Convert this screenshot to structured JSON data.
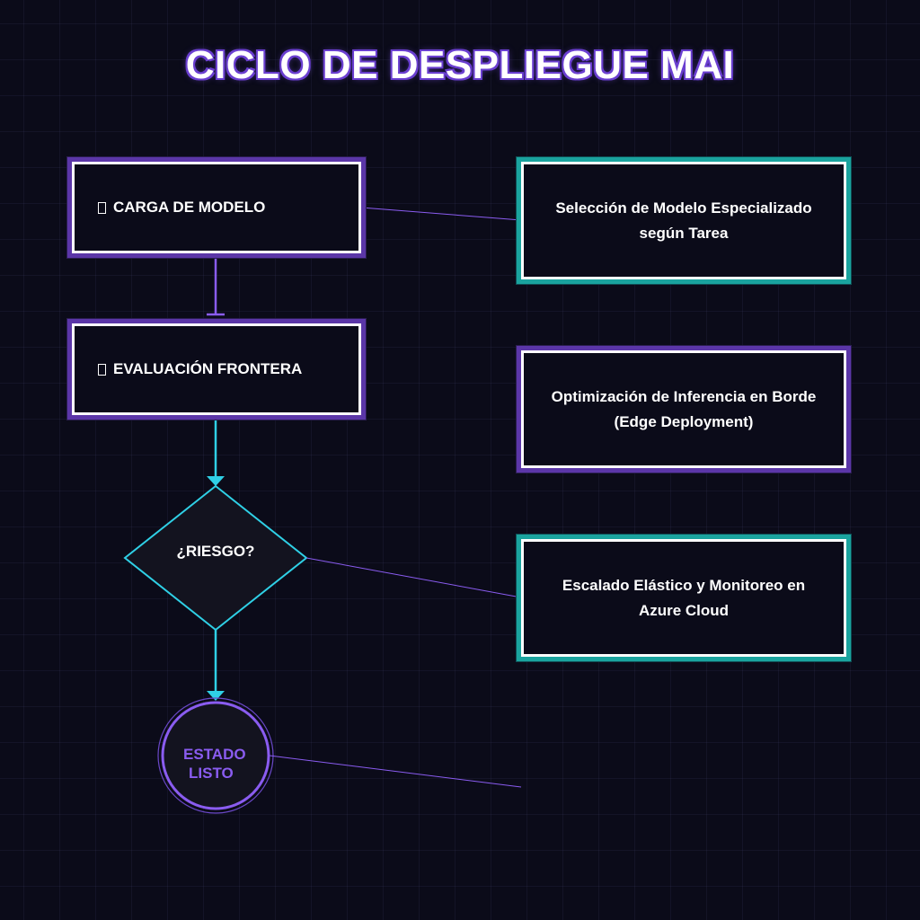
{
  "diagram": {
    "title": "CICLO DE DESPLIEGUE MAI",
    "steps": [
      {
        "label": "CARGA DE MODELO",
        "icon": "missing-glyph-icon"
      },
      {
        "label": "EVALUACIÓN FRONTERA",
        "icon": "missing-glyph-icon"
      }
    ],
    "decision": {
      "label": "¿RIESGO?"
    },
    "end": {
      "line1": "ESTADO",
      "line2": "LISTO"
    },
    "notes": [
      {
        "text": "Selección de Modelo Especializado según Tarea",
        "style": "teal"
      },
      {
        "text": "Optimización de Inferencia en Borde (Edge Deployment)",
        "style": "purple"
      },
      {
        "text": "Escalado Elástico y Monitoreo en Azure Cloud",
        "style": "teal"
      }
    ],
    "colors": {
      "background": "#0b0b19",
      "accent_purple": "#8a5cf0",
      "accent_cyan": "#2fd0e6",
      "accent_teal": "#1aa39e",
      "text": "#ffffff"
    }
  }
}
